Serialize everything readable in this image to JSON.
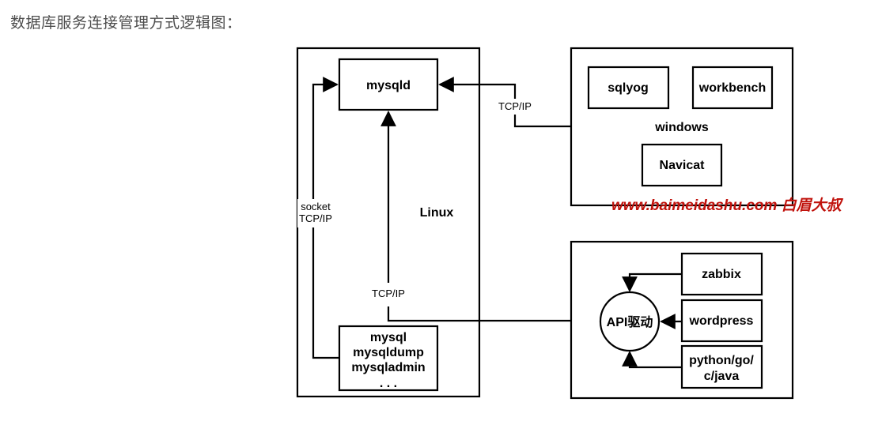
{
  "heading": "数据库服务连接管理方式逻辑图：",
  "diagram": {
    "linux_label": "Linux",
    "mysqld_label": "mysqld",
    "clients_lines": [
      "mysql",
      "mysqldump",
      "mysqladmin",
      ". . ."
    ],
    "socket_label": "socket",
    "tcpip_label": "TCP/IP",
    "windows_label": "windows",
    "windows_tools": [
      "sqlyog",
      "workbench",
      "Navicat"
    ],
    "api_label": "API驱动",
    "api_clients": [
      "zabbix",
      "wordpress",
      "python/go/",
      "c/java"
    ],
    "watermark": "www.baimeidashu.com 白眉大叔"
  }
}
